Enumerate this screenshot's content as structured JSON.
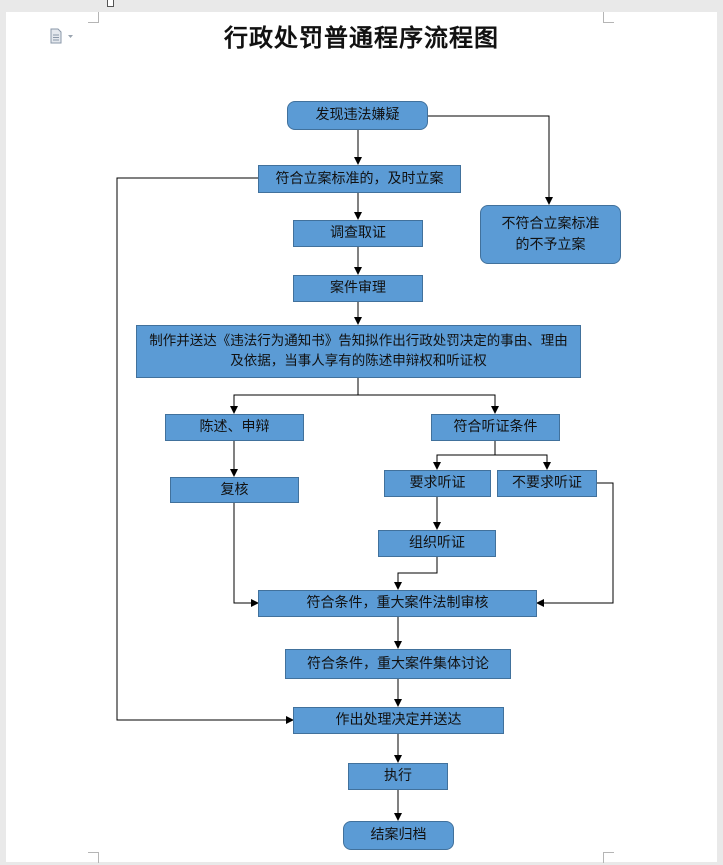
{
  "title": "行政处罚普通程序流程图",
  "nodes": {
    "discover": "发现违法嫌疑",
    "meets_standard": "符合立案标准的，及时立案",
    "not_meet": "不符合立案标准的不予立案",
    "investigate": "调查取证",
    "review": "案件审理",
    "notify": "制作并送达《违法行为通知书》告知拟作出行政处罚决定的事由、理由及依据，当事人享有的陈述申辩权和听证权",
    "statement": "陈述、申辩",
    "hearing_condition": "符合听证条件",
    "recheck": "复核",
    "request_hearing": "要求听证",
    "no_hearing": "不要求听证",
    "organize_hearing": "组织听证",
    "legal_review": "符合条件，重大案件法制审核",
    "collective_discussion": "符合条件，重大案件集体讨论",
    "decision": "作出处理决定并送达",
    "execute": "执行",
    "close": "结案归档"
  }
}
